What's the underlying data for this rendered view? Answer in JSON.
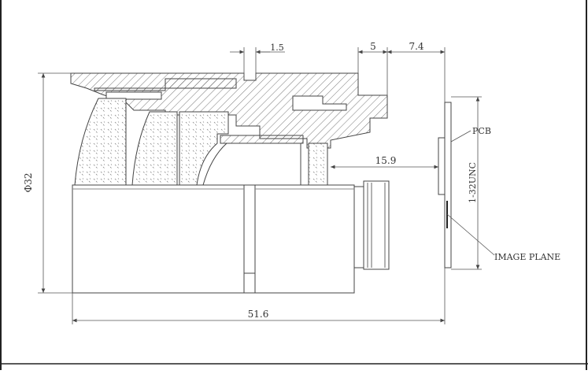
{
  "diagram": {
    "dimensions": {
      "top_gap": "1.5",
      "top_mid": "5",
      "top_right": "7.4",
      "back_focal": "15.9",
      "diameter": "Φ32",
      "overall_length": "51.6",
      "mount_thread": "1-32UNC"
    },
    "callouts": {
      "pcb": "PCB",
      "image_plane": "IMAGE PLANE"
    }
  }
}
